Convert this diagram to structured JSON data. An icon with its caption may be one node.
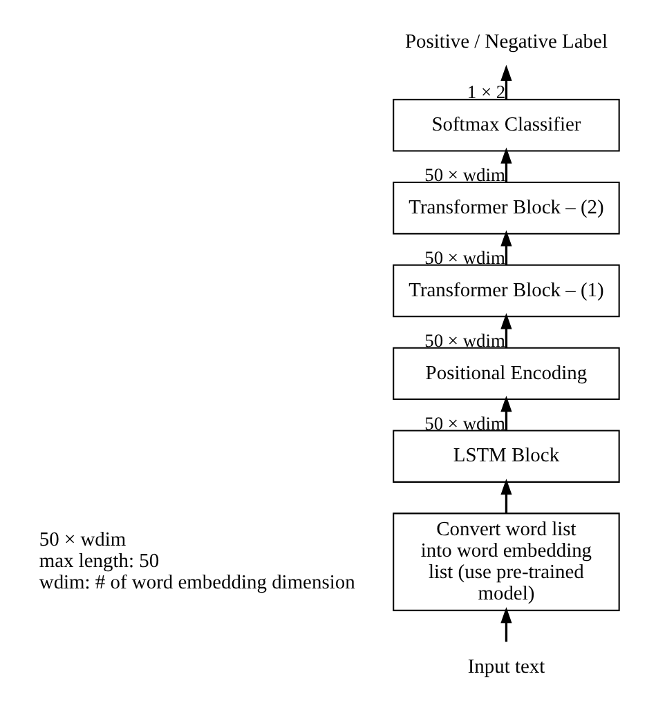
{
  "diagram": {
    "nodes": [
      {
        "text": [
          "Positive / Negative Label"
        ]
      },
      {
        "text": [
          "Softmax Classifier"
        ]
      },
      {
        "text": [
          "Transformer Block – (2)"
        ]
      },
      {
        "text": [
          "Transformer Block – (1)"
        ]
      },
      {
        "text": [
          "Positional Encoding"
        ]
      },
      {
        "text": [
          "LSTM Block"
        ]
      },
      {
        "text": [
          "Convert word list into word embedding list (use pre-trained model)"
        ]
      },
      {
        "text": [
          "Input text"
        ]
      }
    ],
    "edges": [
      {
        "from": 7,
        "to": 6,
        "arrow": "to"
      },
      {
        "from": 6,
        "to": 5,
        "arrow": "to"
      },
      {
        "from": 5,
        "to": 4,
        "arrow": "to",
        "label": "50 × wdim"
      },
      {
        "from": 4,
        "to": 3,
        "arrow": "to",
        "label": "50 × wdim"
      },
      {
        "from": 3,
        "to": 2,
        "arrow": "to",
        "label": "50 × wdim"
      },
      {
        "from": 2,
        "to": 1,
        "arrow": "to",
        "label": "50 × wdim"
      },
      {
        "from": 1,
        "to": 0,
        "arrow": "to",
        "label": "1 × 2"
      }
    ],
    "labels": [
      "50 × wdim",
      "max length: 50",
      "wdim: # of word embedding dimension"
    ]
  }
}
